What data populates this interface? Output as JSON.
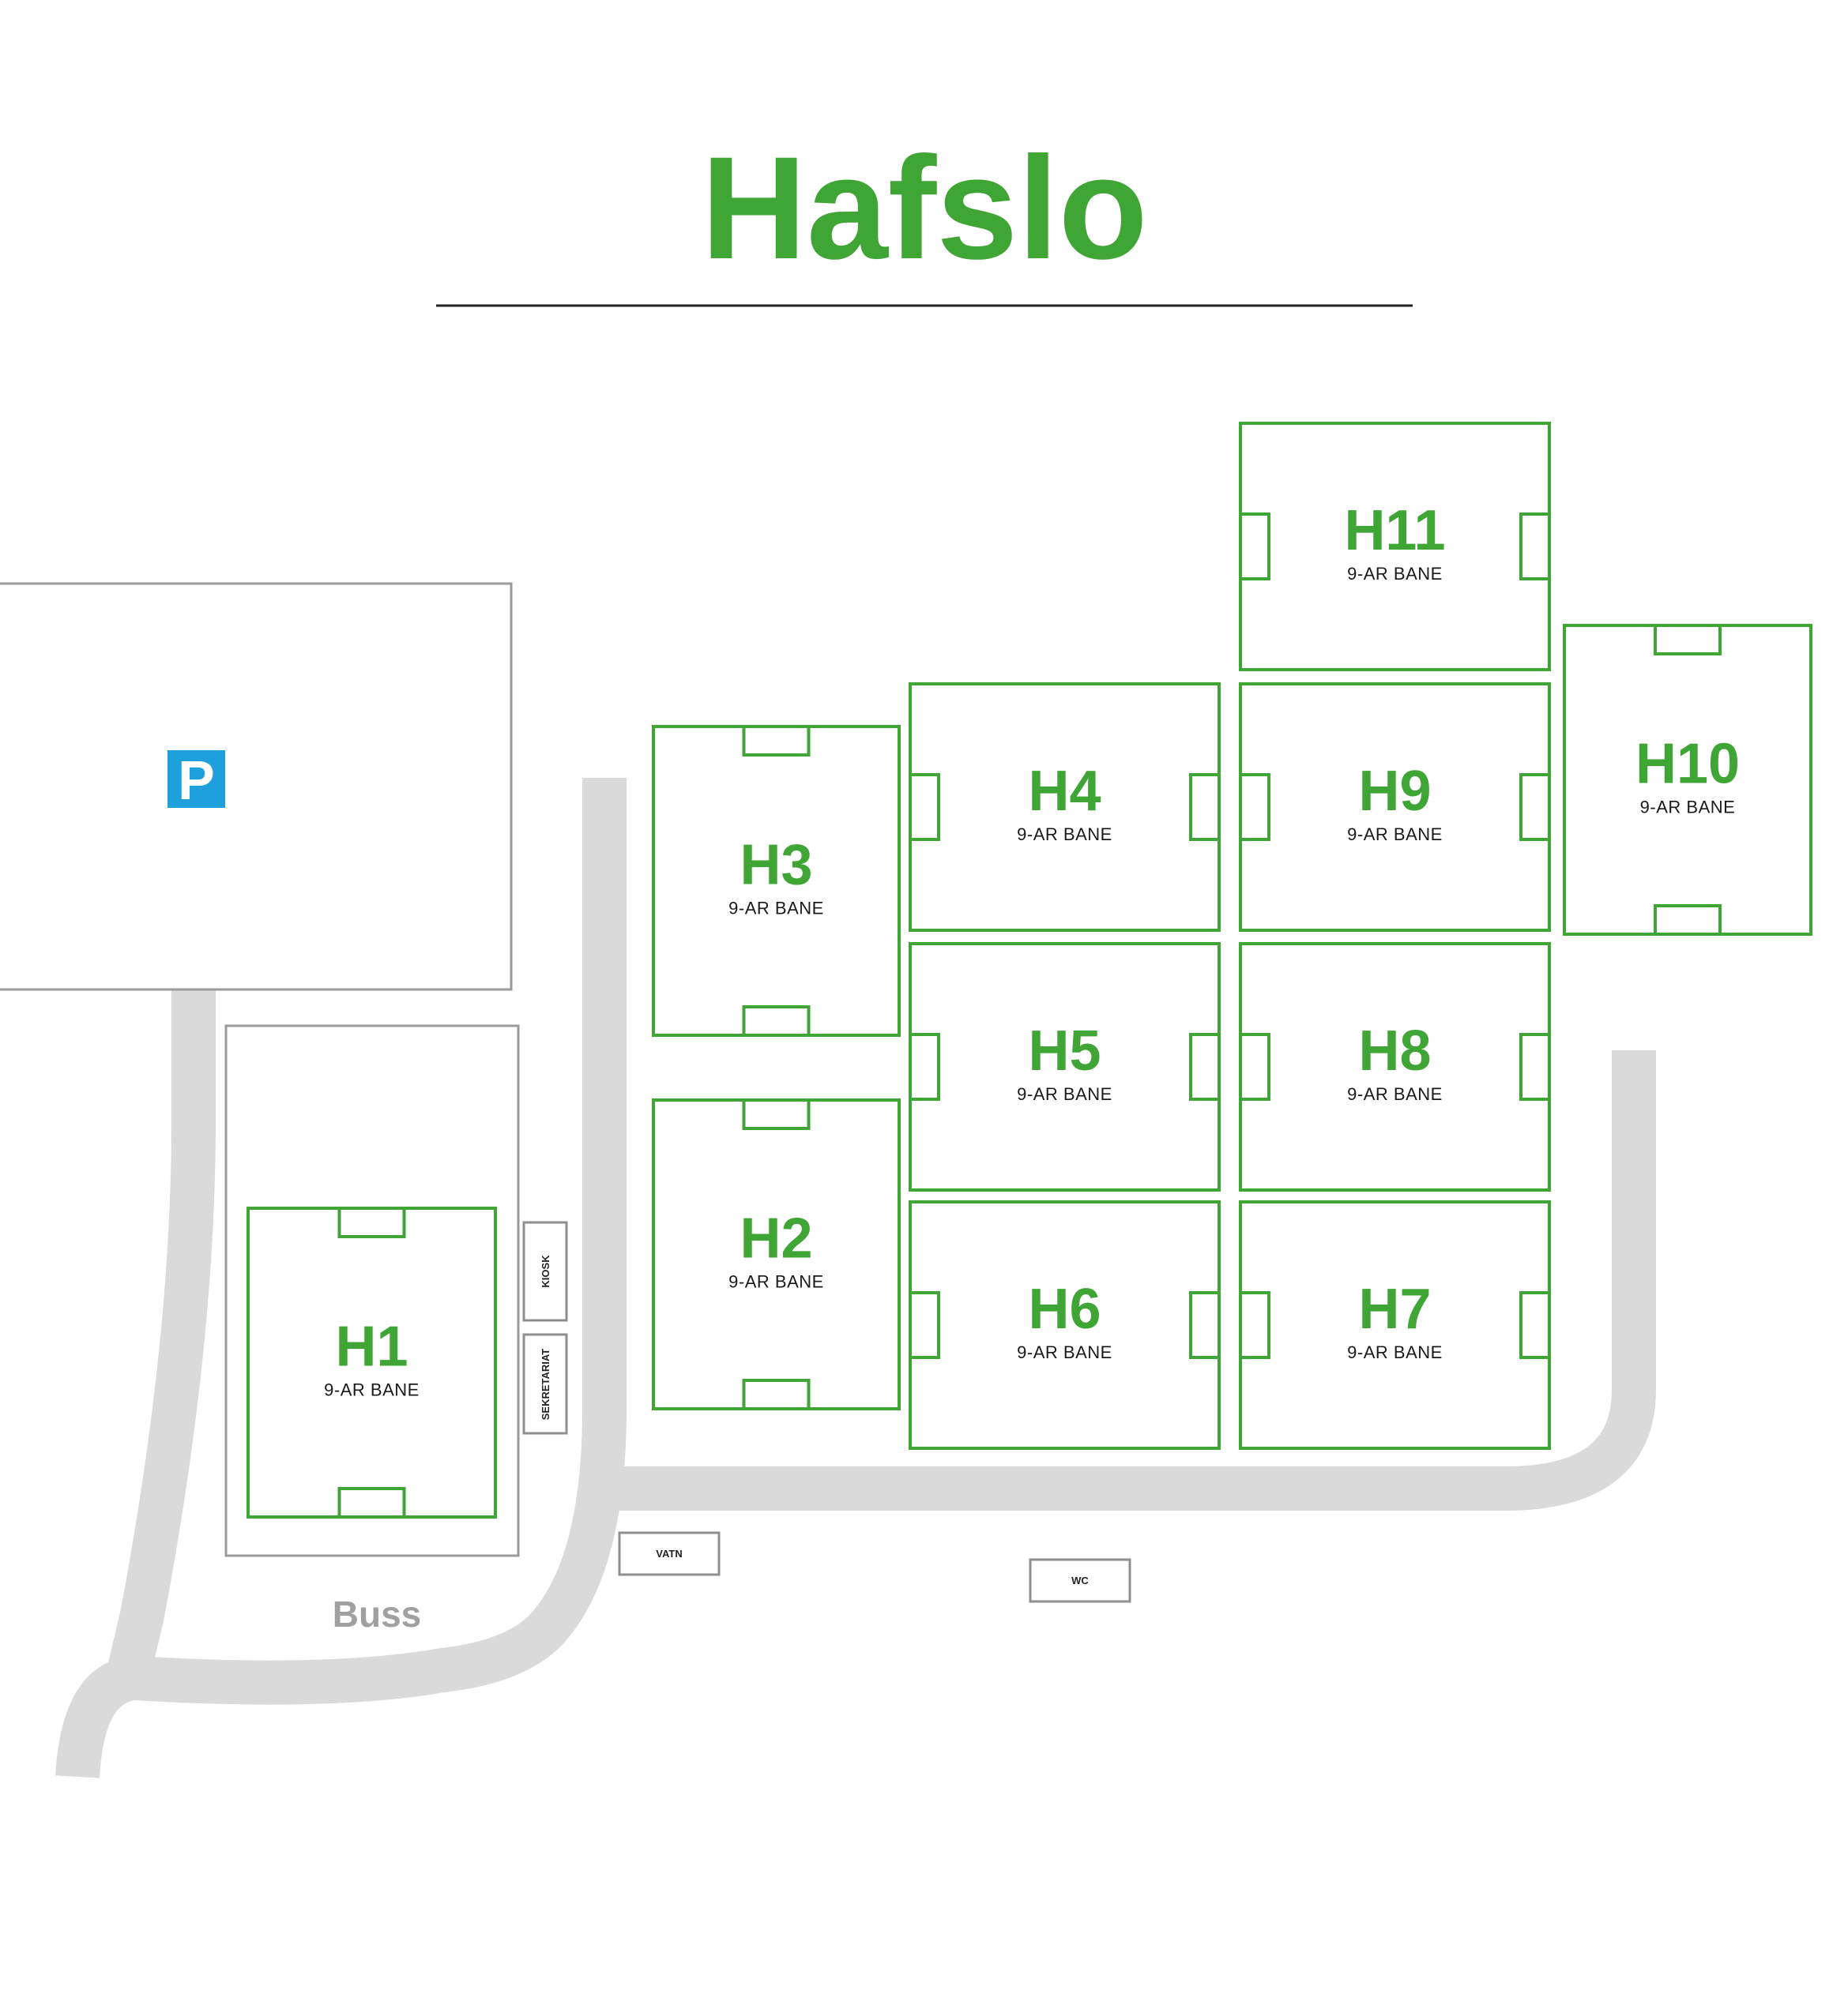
{
  "title": "Hafslo",
  "parking": {
    "symbol": "P",
    "color": "#1ea0dc"
  },
  "bus": {
    "label": "Buss"
  },
  "facilities": {
    "kiosk": "KIOSK",
    "secretariat": "SEKRETARIAT",
    "water": "VATN",
    "wc": "WC"
  },
  "fields": [
    {
      "id": "H1",
      "name": "H1",
      "subtitle": "9-AR BANE"
    },
    {
      "id": "H2",
      "name": "H2",
      "subtitle": "9-AR BANE"
    },
    {
      "id": "H3",
      "name": "H3",
      "subtitle": "9-AR BANE"
    },
    {
      "id": "H4",
      "name": "H4",
      "subtitle": "9-AR BANE"
    },
    {
      "id": "H5",
      "name": "H5",
      "subtitle": "9-AR BANE"
    },
    {
      "id": "H6",
      "name": "H6",
      "subtitle": "9-AR BANE"
    },
    {
      "id": "H7",
      "name": "H7",
      "subtitle": "9-AR BANE"
    },
    {
      "id": "H8",
      "name": "H8",
      "subtitle": "9-AR BANE"
    },
    {
      "id": "H9",
      "name": "H9",
      "subtitle": "9-AR BANE"
    },
    {
      "id": "H10",
      "name": "H10",
      "subtitle": "9-AR BANE"
    },
    {
      "id": "H11",
      "name": "H11",
      "subtitle": "9-AR BANE"
    }
  ],
  "colors": {
    "field": "#3fa535",
    "road": "#dadada",
    "title": "#3fa535"
  }
}
